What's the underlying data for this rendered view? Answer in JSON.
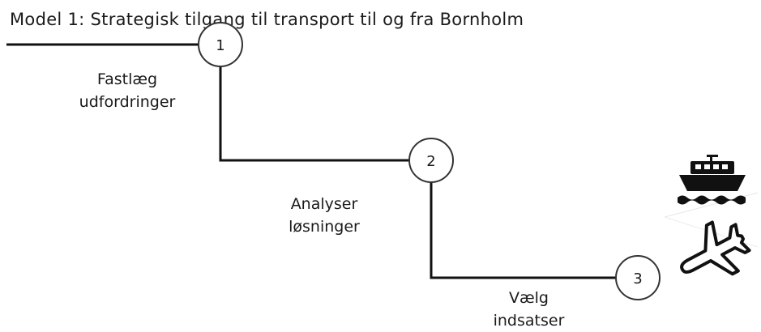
{
  "title": "Model 1: Strategisk tilgang til transport til og fra Bornholm",
  "steps": [
    {
      "number": "1",
      "label_line1": "Fastlæg",
      "label_line2": "udfordringer"
    },
    {
      "number": "2",
      "label_line1": "Analyser",
      "label_line2": "løsninger"
    },
    {
      "number": "3",
      "label_line1": "Vælg",
      "label_line2": "indsatser"
    }
  ],
  "icons": [
    "ferry-icon",
    "airplane-icon"
  ],
  "colors": {
    "line": "#111111",
    "circle_fill": "#ffffff",
    "circle_stroke": "#333333",
    "text": "#1a1a1a",
    "icon": "#111111"
  }
}
